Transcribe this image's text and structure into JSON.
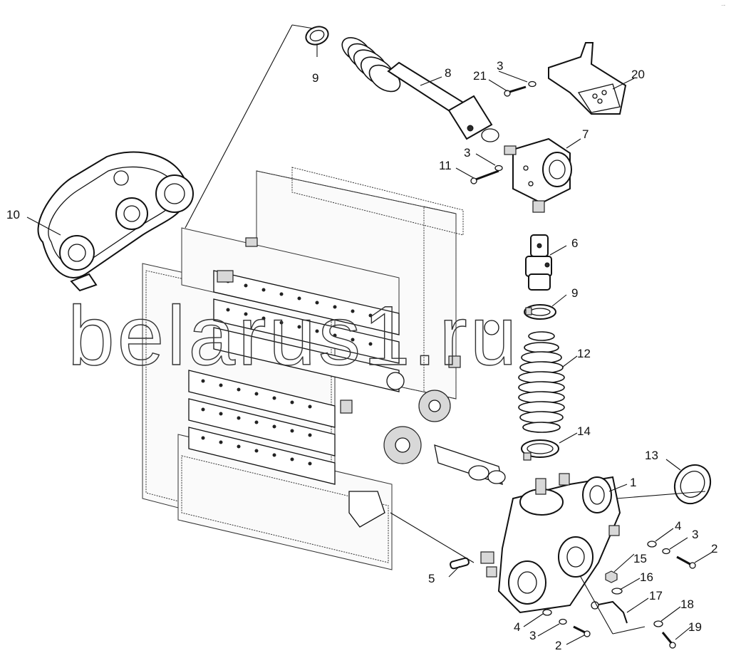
{
  "watermark": "belarus1.ru",
  "corner_mark": "·-",
  "callouts": {
    "c1": "1",
    "c2a": "2",
    "c2b": "2",
    "c3a": "3",
    "c3b": "3",
    "c3c": "3",
    "c3d": "3",
    "c4a": "4",
    "c4b": "4",
    "c5": "5",
    "c6": "6",
    "c7": "7",
    "c8": "8",
    "c9a": "9",
    "c9b": "9",
    "c10": "10",
    "c11": "11",
    "c12": "12",
    "c13": "13",
    "c14": "14",
    "c15": "15",
    "c16": "16",
    "c17": "17",
    "c18": "18",
    "c19": "19",
    "c20": "20",
    "c21": "21"
  }
}
